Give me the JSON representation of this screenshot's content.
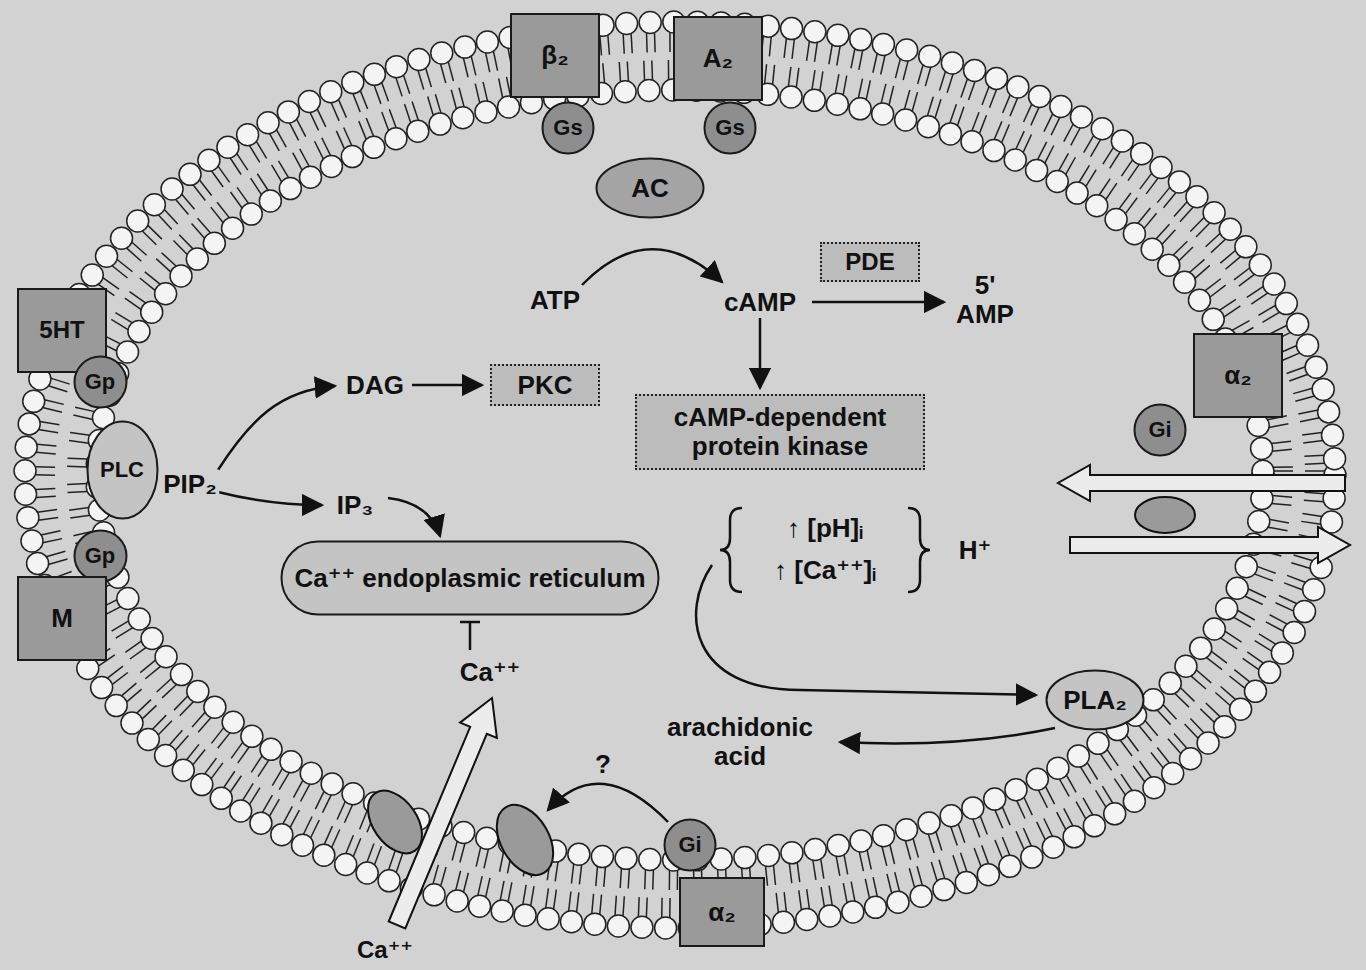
{
  "diagram": {
    "nodes": [
      {
        "text": [
          "β₂"
        ]
      },
      {
        "text": [
          "Gs"
        ]
      },
      {
        "text": [
          "A₂"
        ]
      },
      {
        "text": [
          "Gs"
        ]
      },
      {
        "text": [
          "AC"
        ]
      },
      {
        "text": [
          "PDE"
        ]
      },
      {
        "text": [
          "5HT"
        ]
      },
      {
        "text": [
          "Gp"
        ]
      },
      {
        "text": [
          "PKC"
        ]
      },
      {
        "text": [
          "cAMP-dependent protein kinase"
        ]
      },
      {
        "text": [
          "α₂"
        ]
      },
      {
        "text": [
          "Gi"
        ]
      },
      {
        "text": [
          "PLC"
        ]
      },
      {
        "text": [
          "Gp"
        ]
      },
      {
        "text": [
          "M"
        ]
      },
      {
        "text": [
          "Ca⁺⁺ endoplasmic reticulum"
        ]
      },
      {
        "text": [
          "PLA₂"
        ]
      },
      {
        "text": [
          "Gi"
        ]
      },
      {
        "text": [
          "α₂"
        ]
      }
    ],
    "labels": [
      "ATP",
      "cAMP",
      "5' AMP",
      "DAG",
      "PIP₂",
      "IP₃",
      "Ca⁺⁺",
      "↑ [pH]ᵢ",
      "↑ [Ca⁺⁺]ᵢ",
      "H⁺",
      "arachidonic acid",
      "?",
      "Ca⁺⁺"
    ]
  }
}
